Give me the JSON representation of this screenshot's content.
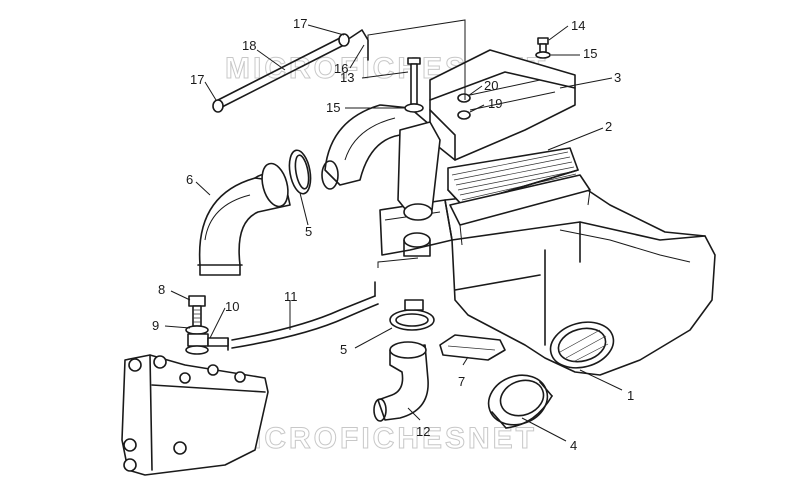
{
  "watermark": {
    "top": "MICROFICHES.NET",
    "bottom": "MICROFICHESNET"
  },
  "callouts": [
    {
      "id": "c1",
      "label": "1"
    },
    {
      "id": "c2",
      "label": "2"
    },
    {
      "id": "c3",
      "label": "3"
    },
    {
      "id": "c4",
      "label": "4"
    },
    {
      "id": "c5a",
      "label": "5"
    },
    {
      "id": "c5b",
      "label": "5"
    },
    {
      "id": "c6",
      "label": "6"
    },
    {
      "id": "c7",
      "label": "7"
    },
    {
      "id": "c8",
      "label": "8"
    },
    {
      "id": "c9",
      "label": "9"
    },
    {
      "id": "c10",
      "label": "10"
    },
    {
      "id": "c11",
      "label": "11"
    },
    {
      "id": "c12",
      "label": "12"
    },
    {
      "id": "c13",
      "label": "13"
    },
    {
      "id": "c14",
      "label": "14"
    },
    {
      "id": "c15a",
      "label": "15"
    },
    {
      "id": "c15b",
      "label": "15"
    },
    {
      "id": "c16",
      "label": "16"
    },
    {
      "id": "c17a",
      "label": "17"
    },
    {
      "id": "c17b",
      "label": "17"
    },
    {
      "id": "c18",
      "label": "18"
    },
    {
      "id": "c19",
      "label": "19"
    },
    {
      "id": "c20",
      "label": "20"
    }
  ]
}
